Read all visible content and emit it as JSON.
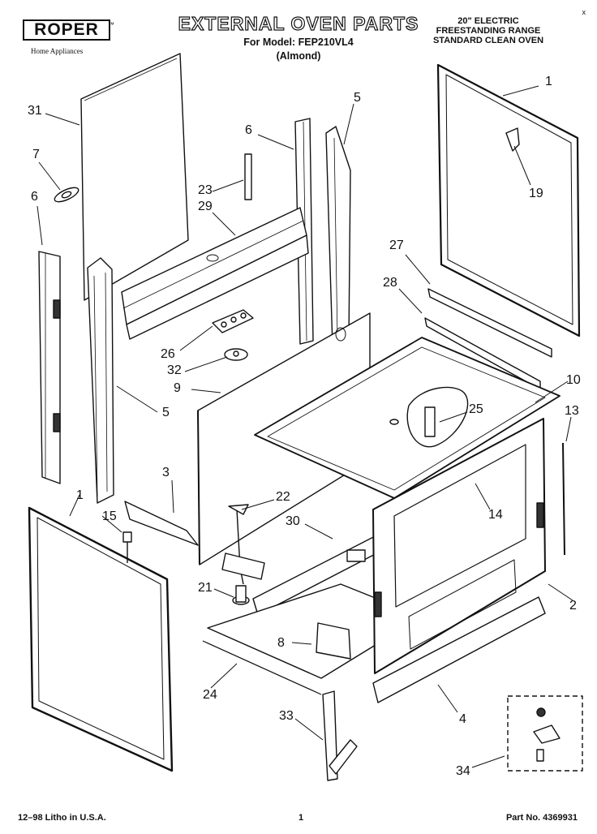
{
  "header": {
    "brand": "ROPER",
    "brand_tm": "™",
    "brand_subtitle": "Home Appliances",
    "title": "EXTERNAL OVEN PARTS",
    "model_line": "For Model: FEP210VL4",
    "variant": "(Almond)",
    "right_line_1": "20\" ELECTRIC",
    "right_line_2": "FREESTANDING RANGE",
    "right_line_3": "STANDARD CLEAN OVEN",
    "corner_mark": "x"
  },
  "callouts": [
    "1",
    "31",
    "5",
    "6",
    "7",
    "23",
    "29",
    "19",
    "6",
    "27",
    "28",
    "26",
    "32",
    "9",
    "10",
    "25",
    "5",
    "13",
    "3",
    "22",
    "14",
    "1",
    "15",
    "30",
    "21",
    "2",
    "8",
    "24",
    "33",
    "4",
    "34"
  ],
  "footer": {
    "print_code": "12–98  Litho in U.S.A.",
    "page_number": "1",
    "part_number": "Part No. 4369931"
  }
}
